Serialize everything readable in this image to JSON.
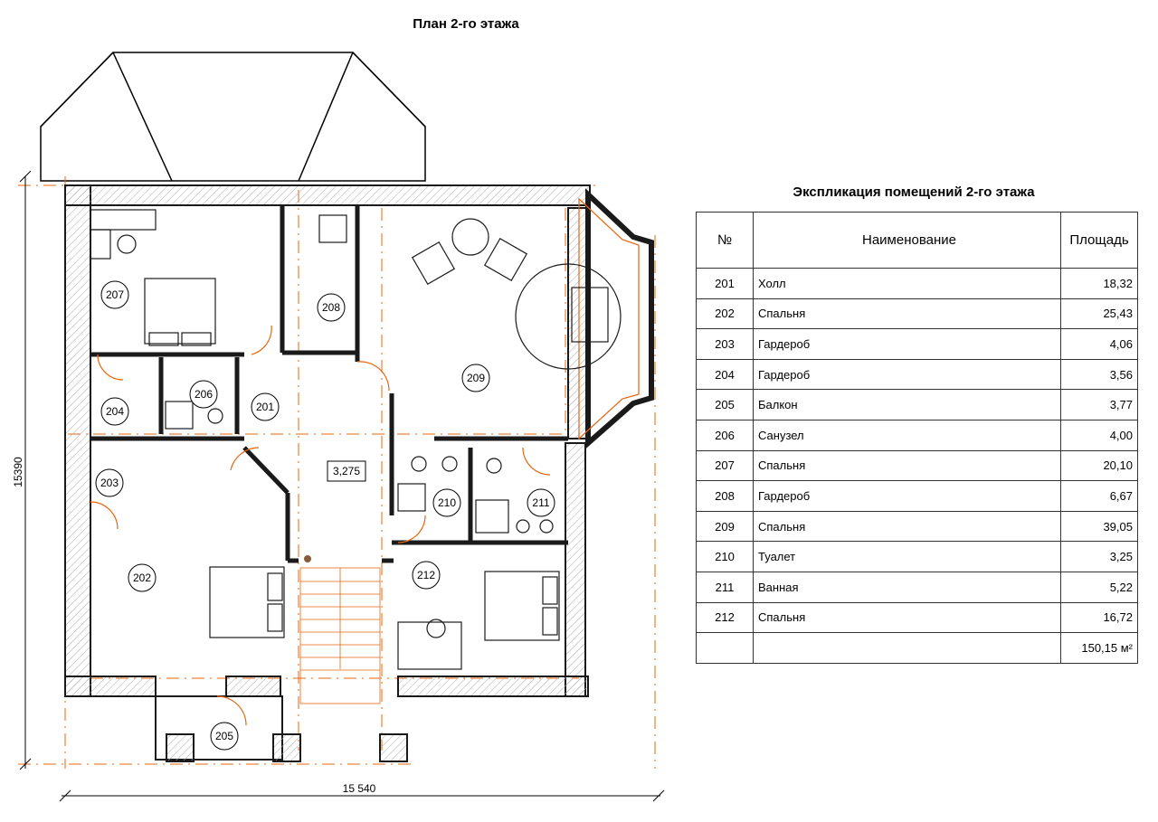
{
  "plan": {
    "title": "План 2-го этажа",
    "width_dim": "15 540",
    "height_dim": "15390",
    "stair_level": "3,275",
    "rooms": [
      {
        "id": "201"
      },
      {
        "id": "202"
      },
      {
        "id": "203"
      },
      {
        "id": "204"
      },
      {
        "id": "205"
      },
      {
        "id": "206"
      },
      {
        "id": "207"
      },
      {
        "id": "208"
      },
      {
        "id": "209"
      },
      {
        "id": "210"
      },
      {
        "id": "211"
      },
      {
        "id": "212"
      }
    ]
  },
  "table": {
    "title": "Экспликация помещений 2-го этажа",
    "headers": {
      "num": "№",
      "name": "Наименование",
      "area": "Площадь"
    },
    "rows": [
      {
        "num": "201",
        "name": "Холл",
        "area": "18,32"
      },
      {
        "num": "202",
        "name": "Спальня",
        "area": "25,43"
      },
      {
        "num": "203",
        "name": "Гардероб",
        "area": "4,06"
      },
      {
        "num": "204",
        "name": "Гардероб",
        "area": "3,56"
      },
      {
        "num": "205",
        "name": "Балкон",
        "area": "3,77"
      },
      {
        "num": "206",
        "name": "Санузел",
        "area": "4,00"
      },
      {
        "num": "207",
        "name": "Спальня",
        "area": "20,10"
      },
      {
        "num": "208",
        "name": "Гардероб",
        "area": "6,67"
      },
      {
        "num": "209",
        "name": "Спальня",
        "area": "39,05"
      },
      {
        "num": "210",
        "name": "Туалет",
        "area": "3,25"
      },
      {
        "num": "211",
        "name": "Ванная",
        "area": "5,22"
      },
      {
        "num": "212",
        "name": "Спальня",
        "area": "16,72"
      }
    ],
    "total": "150,15 м²"
  },
  "colors": {
    "wall": "#1a1a1a",
    "axis": "#e8650f",
    "hatch": "#999999"
  }
}
